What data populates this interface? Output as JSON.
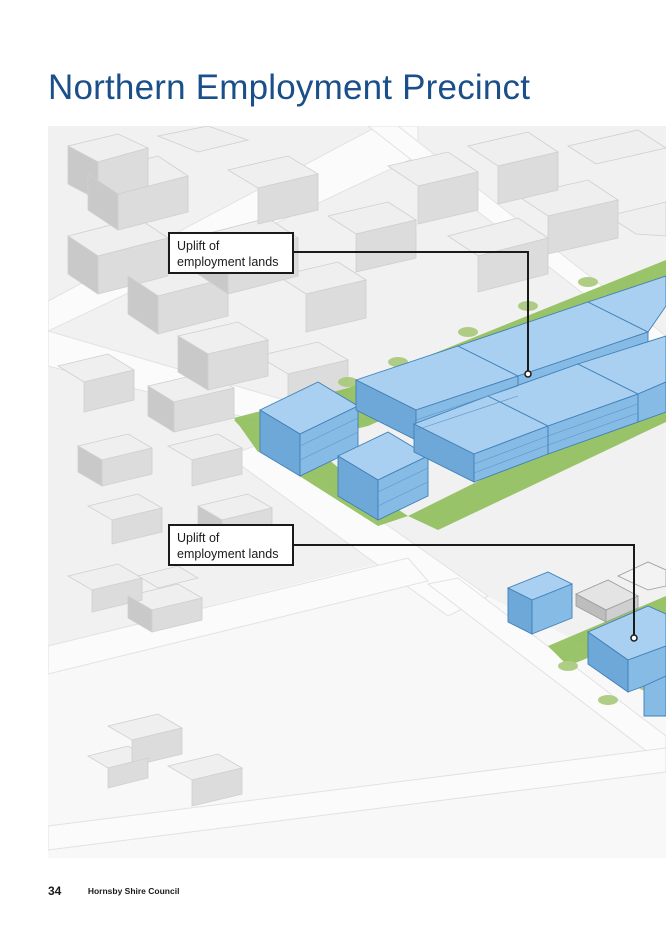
{
  "page": {
    "title": "Northern Employment Precinct"
  },
  "callouts": [
    {
      "label": "Uplift of\nemployment lands"
    },
    {
      "label": "Uplift of\nemployment lands"
    }
  ],
  "footer": {
    "page_number": "34",
    "publisher": "Hornsby Shire Council"
  },
  "colors": {
    "title": "#1b4f8a",
    "employment_buildings": "#7fb6e3",
    "existing_buildings": "#e6e6e6",
    "greenery": "#8fbf5a"
  }
}
